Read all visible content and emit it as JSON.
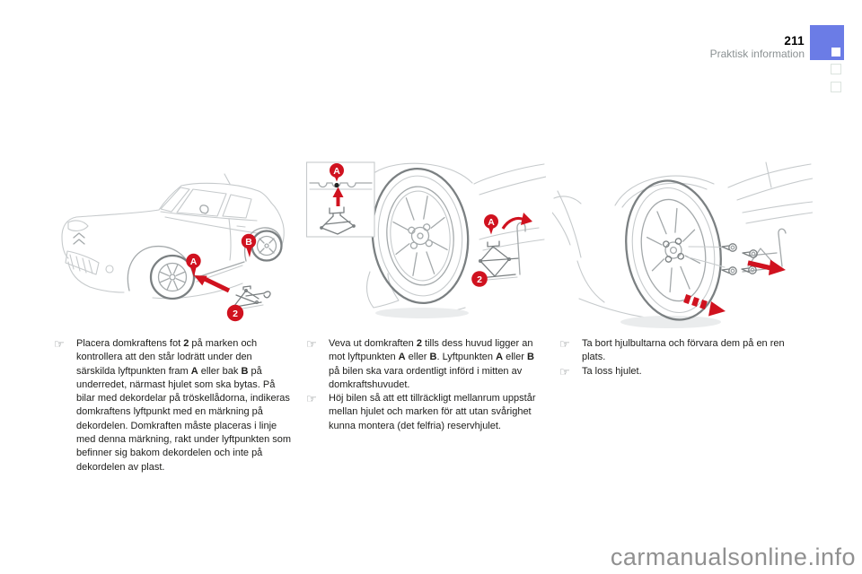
{
  "header": {
    "page_number": "211",
    "section_title": "Praktisk information"
  },
  "ui": {
    "bullet_glyph": "☞",
    "watermark": "carmanualsonline.info"
  },
  "figures": {
    "fig1": {
      "label_a": "A",
      "label_b": "B",
      "label_2": "2"
    },
    "fig2": {
      "label_a_inset": "A",
      "label_a": "A",
      "label_2": "2"
    },
    "fig3": {}
  },
  "columns": [
    {
      "bullets": [
        {
          "segments": [
            {
              "t": "Placera domkraftens fot "
            },
            {
              "t": "2",
              "b": true
            },
            {
              "t": " på marken och kontrollera att den står lodrätt under den särskilda lyftpunkten fram "
            },
            {
              "t": "A",
              "b": true
            },
            {
              "t": " eller bak "
            },
            {
              "t": "B",
              "b": true
            },
            {
              "t": " på underredet, närmast hjulet som ska bytas. På bilar med dekordelar på tröskellådorna, indikeras domkraftens lyftpunkt med en märkning på dekordelen. Domkraften måste placeras i linje med denna märkning, rakt under lyftpunkten som befinner sig bakom dekordelen och inte på dekordelen av plast."
            }
          ]
        }
      ]
    },
    {
      "bullets": [
        {
          "segments": [
            {
              "t": "Veva ut domkraften "
            },
            {
              "t": "2",
              "b": true
            },
            {
              "t": " tills dess huvud ligger an mot lyftpunkten "
            },
            {
              "t": "A",
              "b": true
            },
            {
              "t": " eller "
            },
            {
              "t": "B",
              "b": true
            },
            {
              "t": ". Lyftpunkten "
            },
            {
              "t": "A",
              "b": true
            },
            {
              "t": " eller "
            },
            {
              "t": "B",
              "b": true
            },
            {
              "t": " på bilen ska vara ordentligt införd i mitten av domkraftshuvudet."
            }
          ]
        },
        {
          "segments": [
            {
              "t": "Höj bilen så att ett tillräckligt mellanrum uppstår mellan hjulet och marken för att utan svårighet kunna montera (det felfria) reservhjulet."
            }
          ]
        }
      ]
    },
    {
      "bullets": [
        {
          "segments": [
            {
              "t": "Ta bort hjulbultarna och förvara dem på en ren plats."
            }
          ]
        },
        {
          "segments": [
            {
              "t": "Ta loss hjulet."
            }
          ]
        }
      ]
    }
  ],
  "colors": {
    "accent_red": "#d0121f",
    "tab_blue": "#6b7ce6",
    "line_light": "#c6cacc",
    "line_mid": "#a4a9ab",
    "line_dark": "#7b8082",
    "text": "#1d1d1b",
    "muted_text": "#8b9193",
    "watermark": "#909090",
    "mini_square_border": "#dbe3de",
    "shadow": "#eaeced"
  }
}
